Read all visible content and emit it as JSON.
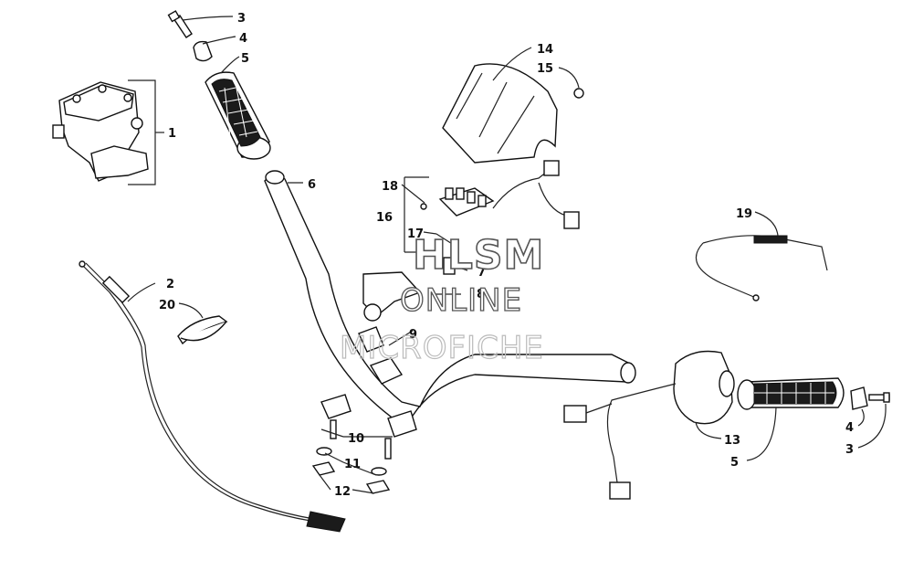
{
  "diagram": {
    "callouts": [
      "1",
      "2",
      "3",
      "4",
      "5",
      "6",
      "7",
      "8",
      "9",
      "10",
      "11",
      "12",
      "13",
      "14",
      "15",
      "16",
      "17",
      "18",
      "19",
      "20",
      "3",
      "4",
      "5"
    ]
  },
  "watermark": {
    "line1": "HLSM",
    "line2": "ONLINE",
    "line3": "MICROFICHE"
  }
}
